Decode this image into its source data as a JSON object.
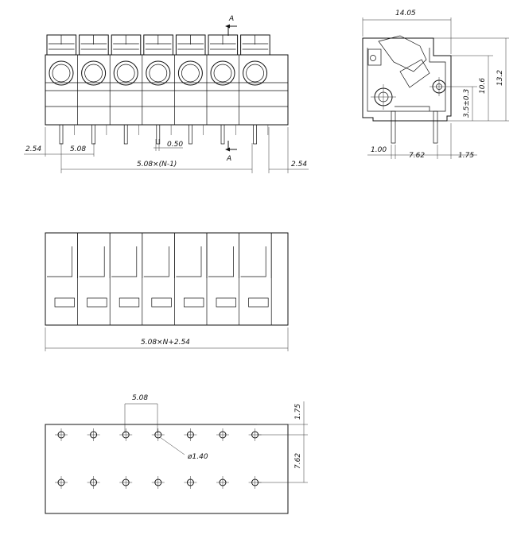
{
  "drawing": {
    "front_view": {
      "pole_count": 7,
      "section_label": "A",
      "dims": {
        "pitch": "5.08",
        "pin_width": "0.50",
        "end_left": "2.54",
        "end_right": "2.54",
        "pitch_total": "5.08×(N-1)"
      }
    },
    "side_view": {
      "dims": {
        "depth": "14.05",
        "height_total": "13.2",
        "height_body": "10.6",
        "pin_height": "3.5±0.3",
        "pin_offset": "1.00",
        "row_spacing": "7.62",
        "rear_offset": "1.75"
      }
    },
    "top_view": {
      "dims": {
        "length": "5.08×N+2.54"
      }
    },
    "pcb_layout": {
      "dims": {
        "pitch": "5.08",
        "hole_diameter": "ø1.40",
        "row_spacing": "7.62",
        "edge_offset": "1.75"
      }
    }
  }
}
